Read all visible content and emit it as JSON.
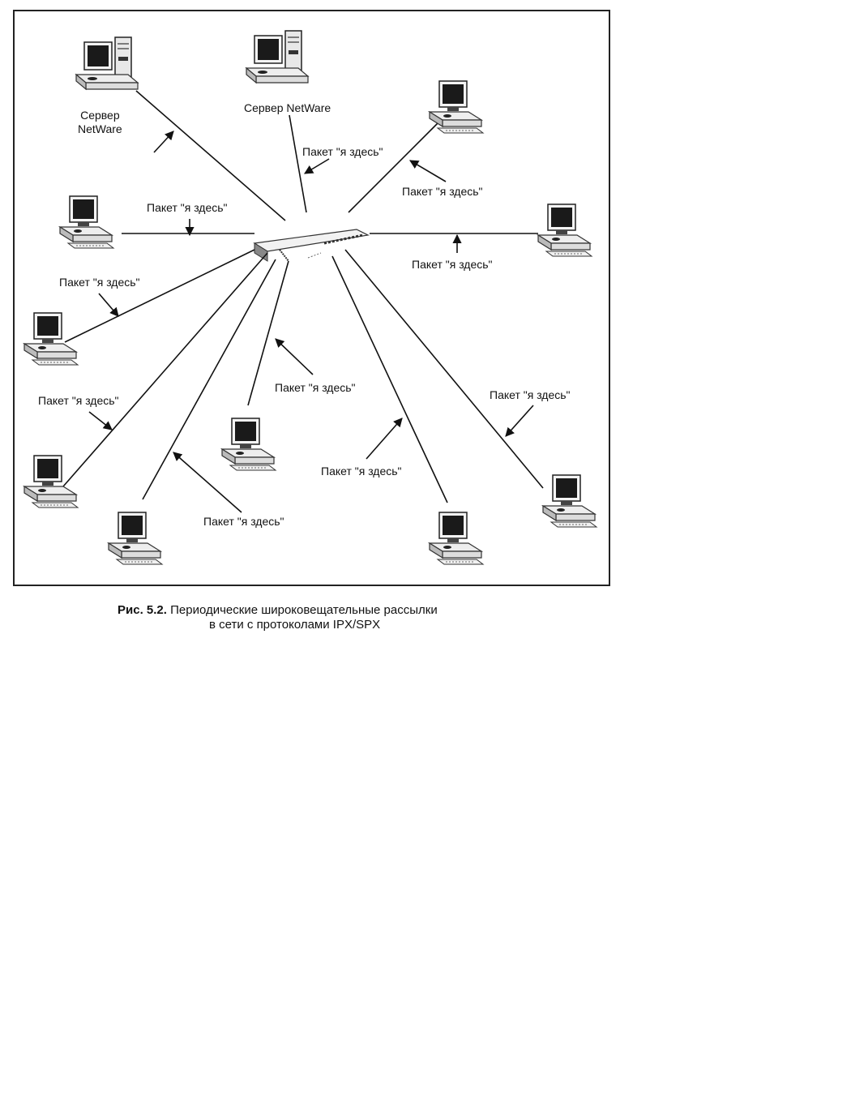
{
  "figure": {
    "nodes": {
      "server_left": {
        "label_line1": "Сервер",
        "label_line2": "NetWare"
      },
      "server_top": {
        "label": "Сервер NetWare"
      }
    },
    "packet_labels": [
      "Пакет \"я здесь\"",
      "Пакет \"я здесь\"",
      "Пакет \"я здесь\"",
      "Пакет \"я здесь\"",
      "Пакет \"я здесь\"",
      "Пакет \"я здесь\"",
      "Пакет \"я здесь\"",
      "Пакет \"я здесь\"",
      "Пакет \"я здесь\"",
      "Пакет \"я здесь\""
    ]
  },
  "caption": {
    "number": "Рис. 5.2.",
    "text_line1": "Периодические широковещательные рассылки",
    "text_line2": "в сети с протоколами IPX/SPX"
  }
}
